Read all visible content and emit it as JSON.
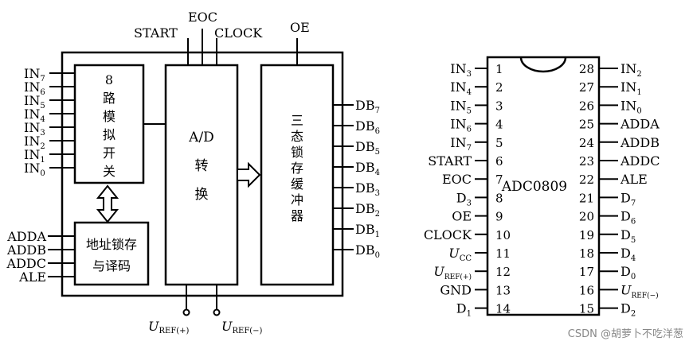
{
  "block": {
    "left_inputs": [
      "IN",
      "IN",
      "IN",
      "IN",
      "IN",
      "IN",
      "IN",
      "IN"
    ],
    "left_input_subs": [
      "7",
      "6",
      "5",
      "4",
      "3",
      "2",
      "1",
      "0"
    ],
    "addr_inputs": [
      "ADDA",
      "ADDB",
      "ADDC",
      "ALE"
    ],
    "top_labels": {
      "start": "START",
      "eoc": "EOC",
      "clock": "CLOCK",
      "oe": "OE"
    },
    "mux_lines": [
      "8",
      "路",
      "模",
      "拟",
      "开",
      "关"
    ],
    "decoder_lines": [
      "地址锁存",
      "与译码"
    ],
    "converter_lines": [
      "A/D",
      "转",
      "换"
    ],
    "buffer_lines": [
      "三",
      "态",
      "锁",
      "存",
      "缓",
      "冲",
      "器"
    ],
    "outputs": [
      "DB",
      "DB",
      "DB",
      "DB",
      "DB",
      "DB",
      "DB",
      "DB"
    ],
    "output_subs": [
      "7",
      "6",
      "5",
      "4",
      "3",
      "2",
      "1",
      "0"
    ],
    "ref_plus": {
      "main": "U",
      "sub": "REF(+)"
    },
    "ref_minus": {
      "main": "U",
      "sub": "REF(−)"
    }
  },
  "chip": {
    "name": "ADC0809",
    "left_pins": [
      {
        "num": "1",
        "label": "IN",
        "sub": "3"
      },
      {
        "num": "2",
        "label": "IN",
        "sub": "4"
      },
      {
        "num": "3",
        "label": "IN",
        "sub": "5"
      },
      {
        "num": "4",
        "label": "IN",
        "sub": "6"
      },
      {
        "num": "5",
        "label": "IN",
        "sub": "7"
      },
      {
        "num": "6",
        "label": "START",
        "sub": ""
      },
      {
        "num": "7",
        "label": "EOC",
        "sub": ""
      },
      {
        "num": "8",
        "label": "D",
        "sub": "3"
      },
      {
        "num": "9",
        "label": "OE",
        "sub": ""
      },
      {
        "num": "10",
        "label": "CLOCK",
        "sub": ""
      },
      {
        "num": "11",
        "label": "U",
        "sub": "CC"
      },
      {
        "num": "12",
        "label": "U",
        "sub": "REF(+)"
      },
      {
        "num": "13",
        "label": "GND",
        "sub": ""
      },
      {
        "num": "14",
        "label": "D",
        "sub": "1"
      }
    ],
    "right_pins": [
      {
        "num": "28",
        "label": "IN",
        "sub": "2"
      },
      {
        "num": "27",
        "label": "IN",
        "sub": "1"
      },
      {
        "num": "26",
        "label": "IN",
        "sub": "0"
      },
      {
        "num": "25",
        "label": "ADDA",
        "sub": ""
      },
      {
        "num": "24",
        "label": "ADDB",
        "sub": ""
      },
      {
        "num": "23",
        "label": "ADDC",
        "sub": ""
      },
      {
        "num": "22",
        "label": "ALE",
        "sub": ""
      },
      {
        "num": "21",
        "label": "D",
        "sub": "7"
      },
      {
        "num": "20",
        "label": "D",
        "sub": "6"
      },
      {
        "num": "19",
        "label": "D",
        "sub": "5"
      },
      {
        "num": "18",
        "label": "D",
        "sub": "4"
      },
      {
        "num": "17",
        "label": "D",
        "sub": "0"
      },
      {
        "num": "16",
        "label": "U",
        "sub": "REF(−)"
      },
      {
        "num": "15",
        "label": "D",
        "sub": "2"
      }
    ]
  },
  "watermark": "CSDN @胡萝卜不吃洋葱"
}
